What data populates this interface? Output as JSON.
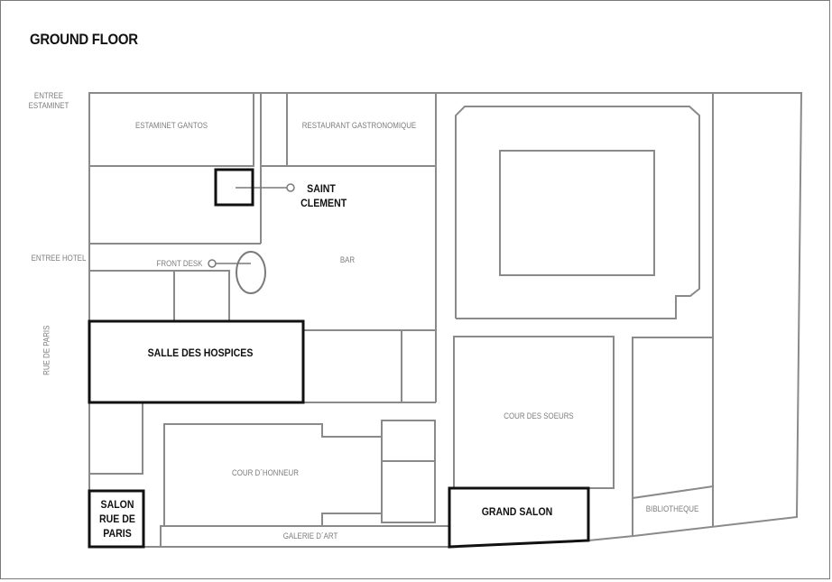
{
  "map": {
    "title": "GROUND FLOOR",
    "colors": {
      "wall": "#8a8a8a",
      "highlight": "#111111",
      "label": "#7d7d7d",
      "background": "#ffffff"
    },
    "entrances": {
      "estaminet_line1": "ENTREE",
      "estaminet_line2": "ESTAMINET",
      "hotel": "ENTREE HOTEL",
      "street": "RUE DE PARIS"
    },
    "rooms": {
      "estaminet_gantos": "ESTAMINET GANTOS",
      "restaurant_gastronomique": "RESTAURANT GASTRONOMIQUE",
      "bar": "BAR",
      "front_desk": "FRONT DESK",
      "cour_d_honneur": "COUR D´HONNEUR",
      "galerie_d_art": "GALERIE D´ART",
      "cour_des_soeurs": "COUR DES SOEURS",
      "bibliotheque": "BIBLIOTHEQUE"
    },
    "highlighted_rooms": {
      "saint_clement_line1": "SAINT",
      "saint_clement_line2": "CLEMENT",
      "salle_des_hospices": "SALLE DES HOSPICES",
      "salon_rue_de_paris_line1": "SALON",
      "salon_rue_de_paris_line2": "RUE DE",
      "salon_rue_de_paris_line3": "PARIS",
      "grand_salon": "GRAND SALON"
    }
  }
}
